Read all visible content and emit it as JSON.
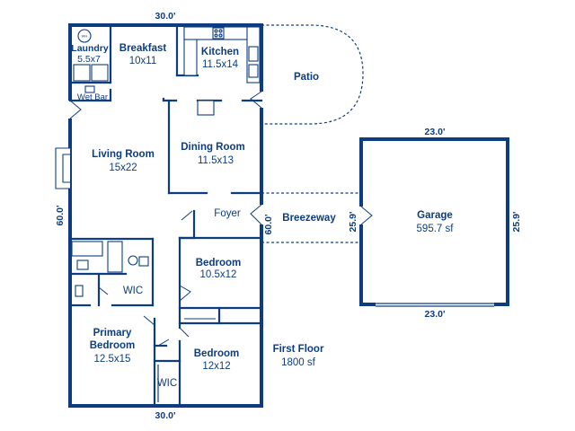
{
  "dimensions": {
    "house_top": "30.0'",
    "house_bottom": "30.0'",
    "house_left": "60.0'",
    "house_right": "60.0'",
    "garage_top": "23.0'",
    "garage_bottom": "23.0'",
    "garage_left": "25.9'",
    "garage_right": "25.9'"
  },
  "rooms": {
    "laundry": {
      "name": "Laundry",
      "size": "5.5x7"
    },
    "breakfast": {
      "name": "Breakfast",
      "size": "10x11"
    },
    "kitchen": {
      "name": "Kitchen",
      "size": "11.5x14"
    },
    "patio": {
      "name": "Patio"
    },
    "wet_bar": {
      "name": "Wet Bar"
    },
    "living_room": {
      "name": "Living Room",
      "size": "15x22"
    },
    "dining_room": {
      "name": "Dining Room",
      "size": "11.5x13"
    },
    "foyer": {
      "name": "Foyer"
    },
    "breezeway": {
      "name": "Breezeway"
    },
    "garage": {
      "name": "Garage",
      "size": "595.7 sf"
    },
    "bedroom_2": {
      "name": "Bedroom",
      "size": "10.5x12"
    },
    "wic_1": {
      "name": "WIC"
    },
    "primary_bedroom": {
      "name_line1": "Primary",
      "name_line2": "Bedroom",
      "size": "12.5x15"
    },
    "bedroom_3": {
      "name": "Bedroom",
      "size": "12x12"
    },
    "wic_2": {
      "name": "WIC"
    }
  },
  "floor_summary": {
    "name": "First Floor",
    "area": "1800 sf"
  },
  "appliance_labels": {
    "water_heater": "WH"
  }
}
